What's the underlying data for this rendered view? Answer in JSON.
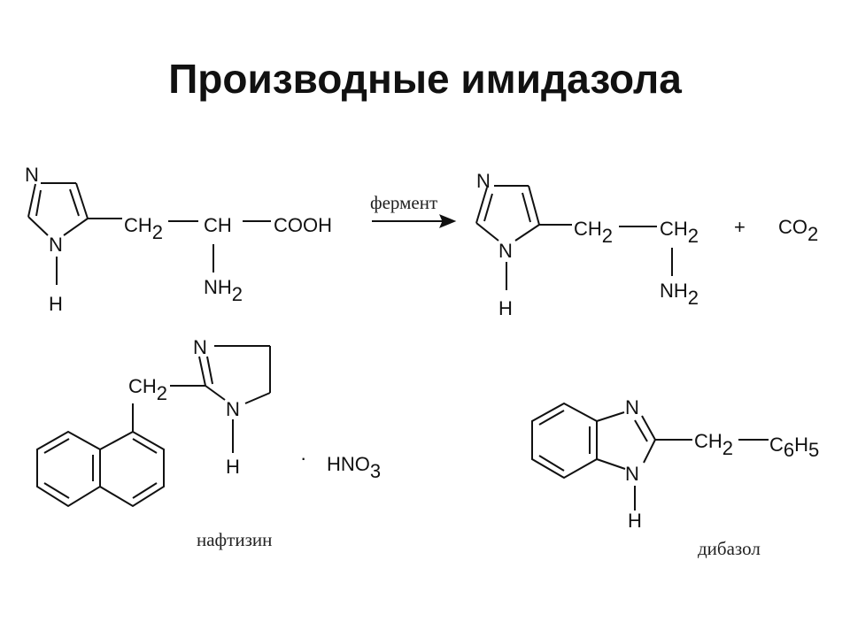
{
  "title": "Производные имидазола",
  "reaction": {
    "histidine": {
      "ring_n_top": "N",
      "ring_n_bottom": "N",
      "n_h": "H",
      "ch2": "CH",
      "ch2_sub": "2",
      "ch": "CH",
      "cooh": "COOH",
      "nh2": "NH",
      "nh2_sub": "2"
    },
    "arrow_label": "фермент",
    "histamine": {
      "ring_n_top": "N",
      "ring_n_bottom": "N",
      "n_h": "H",
      "ch2_a": "CH",
      "ch2_a_sub": "2",
      "ch2_b": "CH",
      "ch2_b_sub": "2",
      "nh2": "NH",
      "nh2_sub": "2"
    },
    "plus": "+",
    "co2": "CO",
    "co2_sub": "2"
  },
  "naphthyzine": {
    "ch2": "CH",
    "ch2_sub": "2",
    "ring_n_top": "N",
    "ring_n_bottom": "N",
    "n_h": "H",
    "dot": "·",
    "salt": "HNO",
    "salt_sub": "3",
    "name": "нафтизин"
  },
  "dibazol": {
    "ring_n_top": "N",
    "ring_n_bottom": "N",
    "n_h": "H",
    "ch2": "CH",
    "ch2_sub": "2",
    "c6h5_c": "C",
    "c6h5_c_sub": "6",
    "c6h5_h": "H",
    "c6h5_h_sub": "5",
    "name": "дибазол"
  }
}
